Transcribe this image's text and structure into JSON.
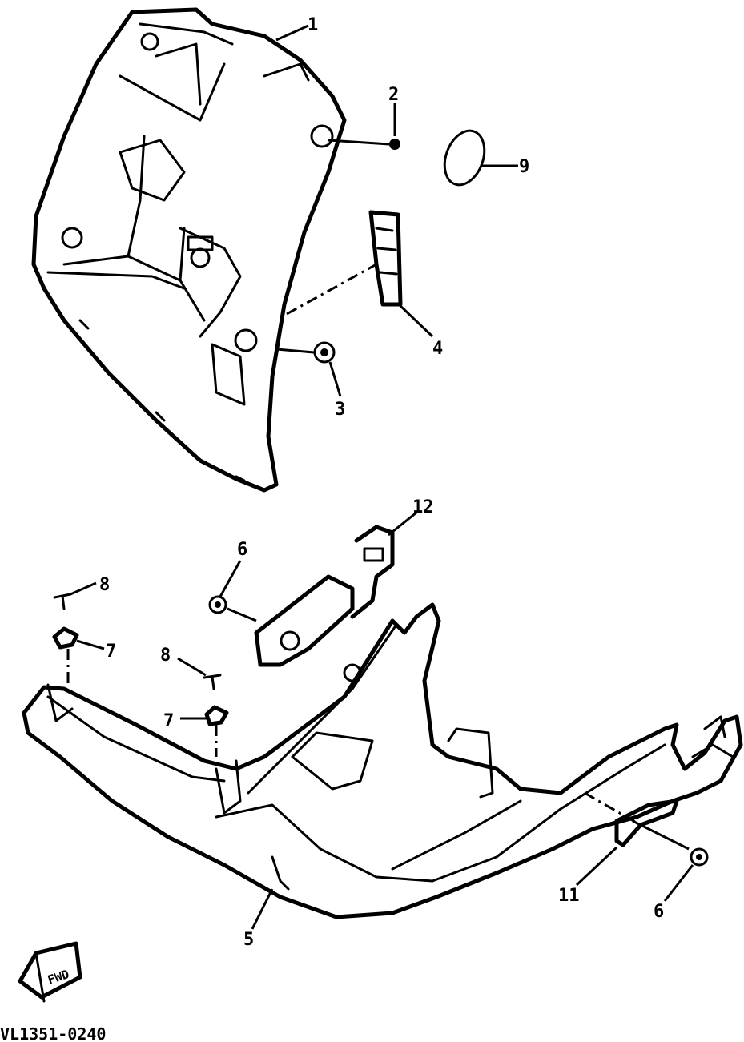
{
  "callouts": {
    "c1": "1",
    "c2": "2",
    "c3": "3",
    "c4": "4",
    "c5": "5",
    "c6a": "6",
    "c6b": "6",
    "c7a": "7",
    "c7b": "7",
    "c8a": "8",
    "c8b": "8",
    "c9": "9",
    "c11": "11",
    "c12": "12"
  },
  "fwd_label": "FWD",
  "drawing_code": "VL1351-0240",
  "colors": {
    "line": "#000000",
    "background": "#ffffff"
  }
}
